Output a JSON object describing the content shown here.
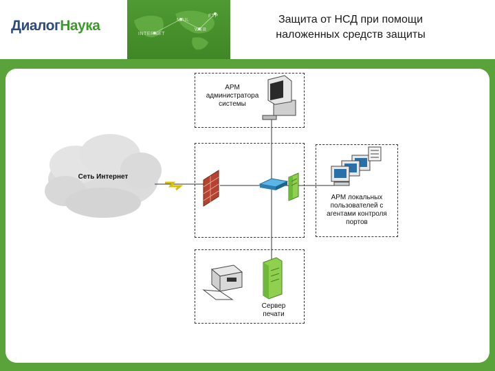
{
  "header": {
    "logo_part1": "Диалог",
    "logo_part2": "Наука",
    "map_words": [
      "MAIL",
      "WEB",
      "FTP",
      "INTERNET"
    ],
    "title_line1": "Защита от НСД при помощи",
    "title_line2": "наложенных средств защиты"
  },
  "diagram": {
    "admin_ws_label": [
      "АРМ",
      "администратора",
      "системы"
    ],
    "internet_label": "Сеть Интернет",
    "local_ws_label": [
      "АРМ локальных",
      "пользователей с",
      "агентами контроля",
      "портов"
    ],
    "print_server_label": [
      "Сервер",
      "печати"
    ]
  },
  "colors": {
    "brand_green": "#5aa23a",
    "logo_blue": "#2d4a7a",
    "server_green": "#8fd14f",
    "firewall_red": "#b5432f"
  }
}
